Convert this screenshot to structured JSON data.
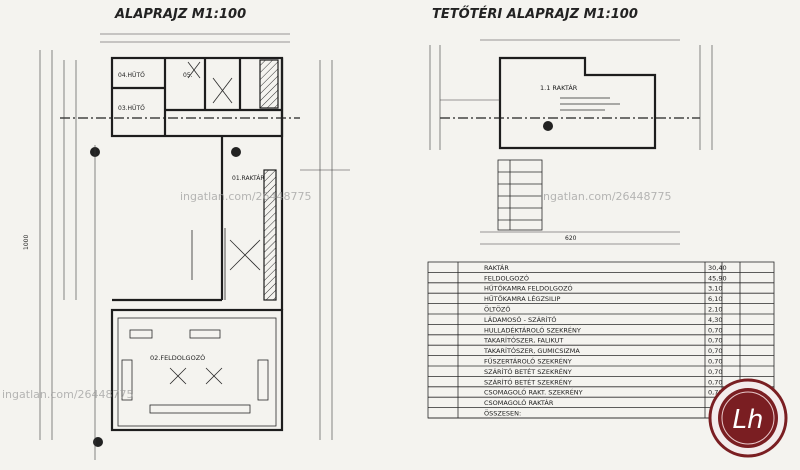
{
  "titles": {
    "ground_floor": "ALAPRAJZ M1:100",
    "attic_floor": "TETŐTÉRI ALAPRAJZ M1:100"
  },
  "rooms": {
    "room4": "04.HŰTŐ",
    "room5": "05.",
    "room3": "03.HŰTŐ",
    "room1": "01.RAKTÁR",
    "room2": "02.FELDOLGOZÓ",
    "attic_room": "1.1 RAKTÁR"
  },
  "dimensions": {
    "ground_width": "1000",
    "attic_width": "620"
  },
  "watermark": {
    "text1": "ingatlan.com/26448775",
    "text2": "ingatlan.com/26448775",
    "text3": "ingatlan.com/26448775"
  },
  "table_rows": [
    {
      "label": "RAKTÁR",
      "value": "30,40"
    },
    {
      "label": "FELDOLGOZÓ",
      "value": "45,90"
    },
    {
      "label": "HŰTŐKAMRA FELDOLGOZÓ",
      "value": "3,10"
    },
    {
      "label": "HŰTŐKAMRA LÉGZSILIP",
      "value": "6,10"
    },
    {
      "label": "ÖLTÖZŐ",
      "value": "2,10"
    },
    {
      "label": "LÁDAMOSÓ - SZÁRÍTÓ",
      "value": "4,30"
    },
    {
      "label": "HULLADÉKTÁROLÓ SZEKRÉNY",
      "value": "0,70"
    },
    {
      "label": "TAKARÍTÓSZER, FALIKUT",
      "value": "0,70"
    },
    {
      "label": "TAKARÍTÓSZER, GUMICSIZMA",
      "value": "0,70"
    },
    {
      "label": "FŰSZERTÁROLÓ SZEKRÉNY",
      "value": "0,70"
    },
    {
      "label": "SZÁRÍTÓ BETÉT SZEKRÉNY",
      "value": "0,70"
    },
    {
      "label": "SZÁRÍTÓ BETÉT SZEKRÉNY",
      "value": "0,70"
    },
    {
      "label": "CSOMAGOLÓ RAKT. SZEKRÉNY",
      "value": "0,70"
    },
    {
      "label": "CSOMAGOLÓ RAKTÁR",
      "value": ""
    },
    {
      "label": "ÖSSZESEN:",
      "value": ""
    }
  ],
  "logo": {
    "letters": "Lh"
  },
  "colors": {
    "paper": "#f4f3ef",
    "ink": "#1d1d1d",
    "logo_red": "#7a1e22"
  }
}
